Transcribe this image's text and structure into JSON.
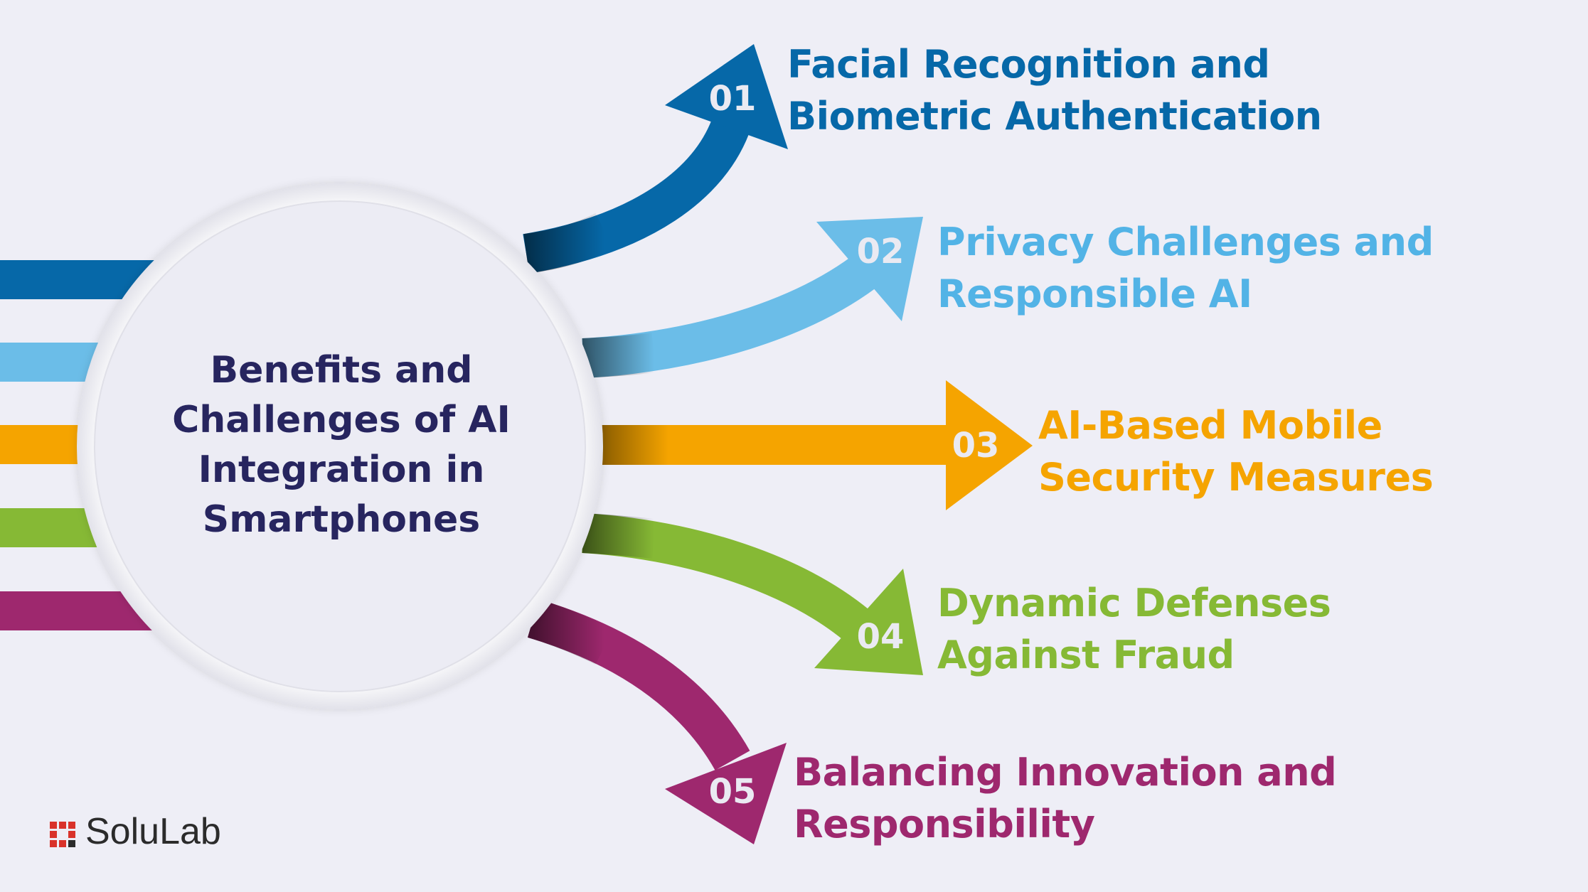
{
  "center": {
    "lines": [
      "Benefits and",
      "Challenges of AI",
      "Integration in",
      "Smartphones"
    ]
  },
  "items": [
    {
      "number": "01",
      "lines": [
        "Facial Recognition and",
        "Biometric Authentication"
      ],
      "color": "#0668a8"
    },
    {
      "number": "02",
      "lines": [
        "Privacy Challenges and",
        "Responsible AI"
      ],
      "color": "#52b3e6"
    },
    {
      "number": "03",
      "lines": [
        "AI-Based Mobile",
        "Security Measures"
      ],
      "color": "#f5a400"
    },
    {
      "number": "04",
      "lines": [
        "Dynamic Defenses",
        "Against Fraud"
      ],
      "color": "#86b935"
    },
    {
      "number": "05",
      "lines": [
        "Balancing Innovation and",
        "Responsibility"
      ],
      "color": "#9e286e"
    }
  ],
  "logo": {
    "name": "SoluLab",
    "icon": "solulab-logo-icon",
    "color": "#d9322a"
  }
}
